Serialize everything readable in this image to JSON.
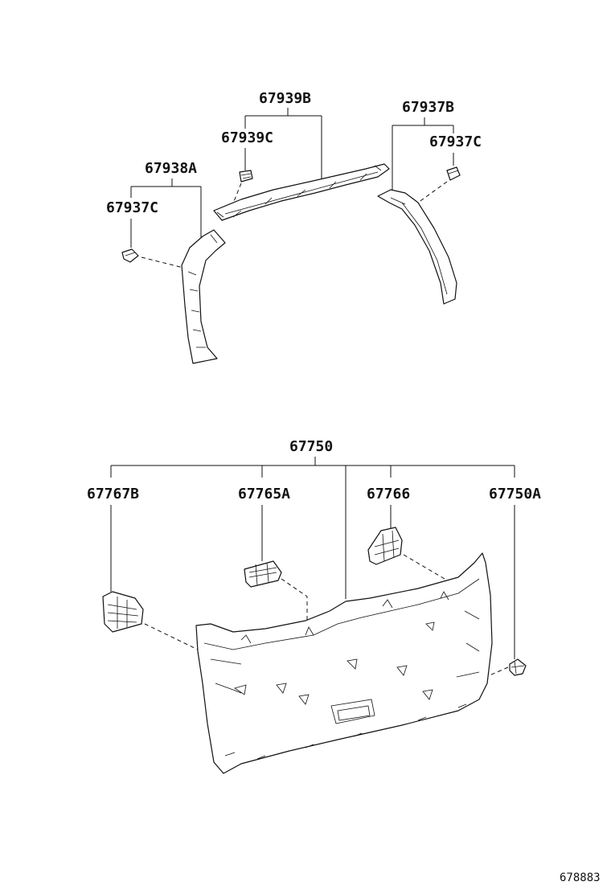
{
  "labels": {
    "p67939B": "67939B",
    "p67939C": "67939C",
    "p67937B": "67937B",
    "p67937C_right": "67937C",
    "p67938A": "67938A",
    "p67937C_left": "67937C",
    "p67750": "67750",
    "p67767B": "67767B",
    "p67765A": "67765A",
    "p67766": "67766",
    "p67750A": "67750A",
    "drawing_id": "678883"
  }
}
